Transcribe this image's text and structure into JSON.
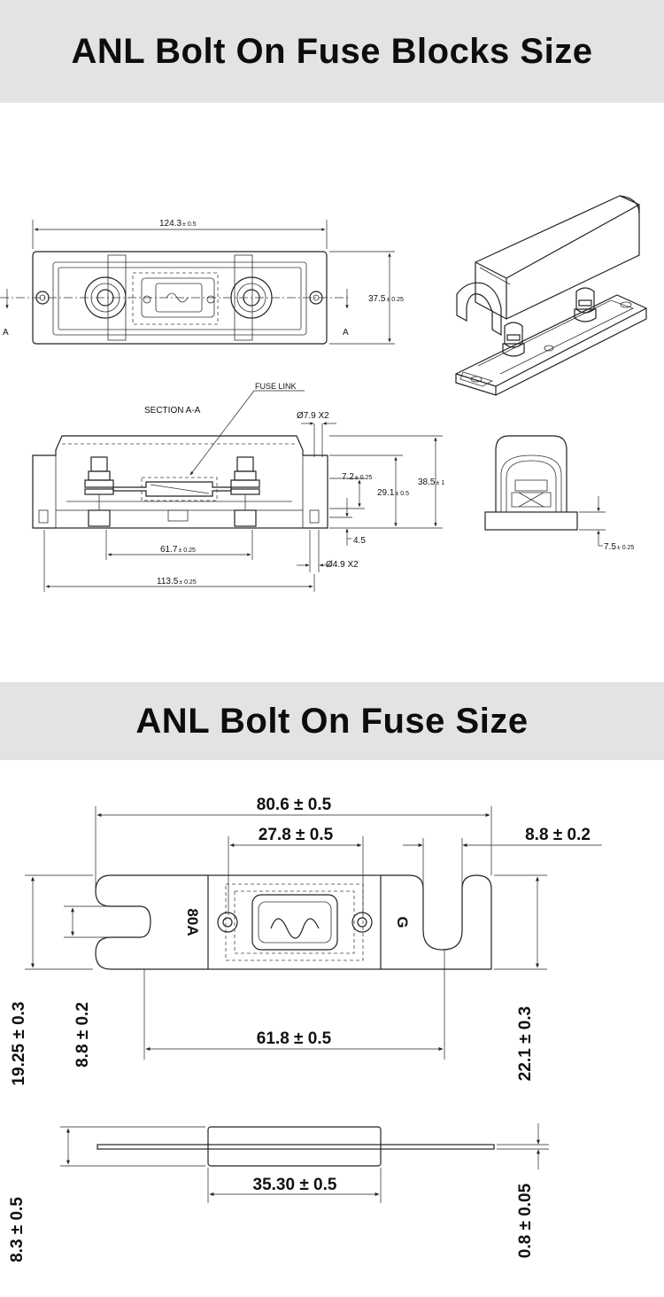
{
  "sections": {
    "blocks_title": "ANL Bolt On Fuse Blocks Size",
    "fuse_title": "ANL Bolt On Fuse Size"
  },
  "blocks_drawing": {
    "length_main": "124.3",
    "length_main_tol": "± 0.5",
    "width": "37.5",
    "width_tol": "± 0.25",
    "section_mark_left": "A",
    "section_mark_right": "A",
    "section_label": "SECTION A-A",
    "fuse_link_label": "FUSE LINK",
    "hole_top": "Ø7.9 X2",
    "inner_height": "7.2",
    "inner_height_tol": "± 0.25",
    "mid_height": "29.1",
    "mid_height_tol": "± 0.5",
    "total_height": "38.5",
    "total_height_tol": "± 1",
    "base_thickness": "4.5",
    "stud_spacing": "61.7",
    "stud_spacing_tol": "± 0.25",
    "hole_bottom": "Ø4.9 X2",
    "base_length": "113.5",
    "base_length_tol": "± 0.25",
    "side_base": "7.5",
    "side_base_tol": "± 0.25"
  },
  "fuse_drawing": {
    "overall_length": "80.6 ± 0.5",
    "body_inner": "27.8 ± 0.5",
    "slot_width": "8.8 ± 0.2",
    "outer_height": "19.25 ± 0.3",
    "slot_height": "8.8 ± 0.2",
    "hole_spacing": "61.8 ± 0.5",
    "body_height": "22.1 ± 0.3",
    "rating_mark": "80A",
    "brand_mark": "G",
    "body_length": "35.30 ± 0.5",
    "thickness": "8.3 ± 0.5",
    "blade_thickness": "0.8 ± 0.05"
  }
}
